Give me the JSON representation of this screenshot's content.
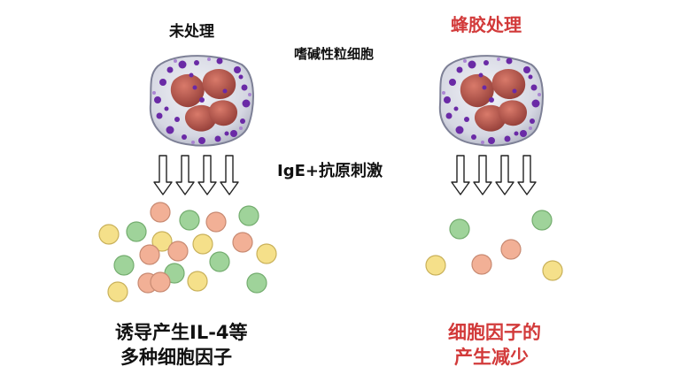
{
  "left": {
    "heading": "未处理",
    "result_line1": "诱导产生IL-4等",
    "result_line2": "多种细胞因子"
  },
  "center": {
    "cell_label": "嗜碱性粒细胞",
    "stimulus_label": "IgE+抗原刺激"
  },
  "right": {
    "heading": "蜂胶处理",
    "result_line1": "细胞因子的",
    "result_line2": "产生减少"
  },
  "colors": {
    "accent_red": "#d23a3a",
    "text_black": "#111111",
    "cytokine_green": "#9fd39a",
    "cytokine_orange": "#f2b096",
    "cytokine_yellow": "#f5e08a",
    "cell_body": "#dcdde6",
    "nucleus": "#b4564c",
    "granule": "#6a2aa6"
  },
  "icons": [
    "basophil-cell-icon",
    "down-arrow-icon",
    "cytokine-dot-icon"
  ]
}
